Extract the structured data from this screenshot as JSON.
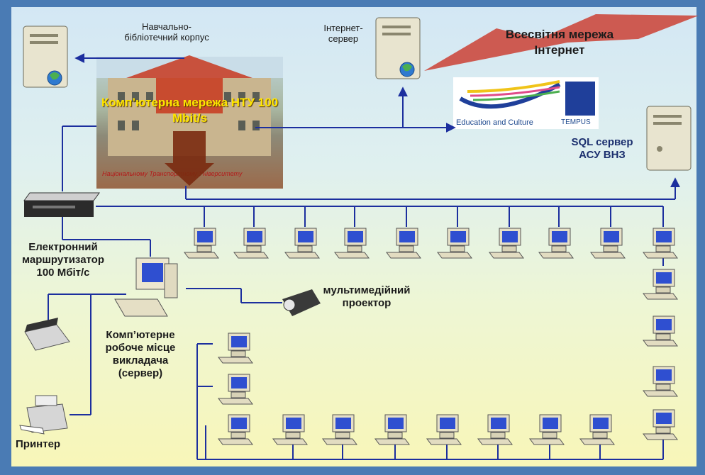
{
  "labels": {
    "library_building": "Навчально-\nбібліотечний корпус",
    "internet_server": "Інтернет-\nсервер",
    "world_network": "Всесвітня мережа\nІнтернет",
    "network_title": "Комп’ютерна\nмережа НТУ 100  Mbit/s",
    "sql_server": "SQL сервер\nАСУ ВНЗ",
    "router": "Електронний\nмаршрутизатор\n100 Мбіт/с",
    "projector": "мультимедійний\nпроектор",
    "teacher_workstation": "Комп’ютерне\nробоче місце\nвикладача\n(сервер)",
    "printer": "Принтер"
  },
  "logo": {
    "education_text": "Education and Culture",
    "tempus_text": "TEMPUS"
  },
  "colors": {
    "line": "#1c2f9e",
    "arrow_up_red": "#c8381f",
    "arrow_down_brown": "#7a2a10",
    "internet_cloud": "#cc4a3f",
    "screen": "#2f4fd0"
  }
}
